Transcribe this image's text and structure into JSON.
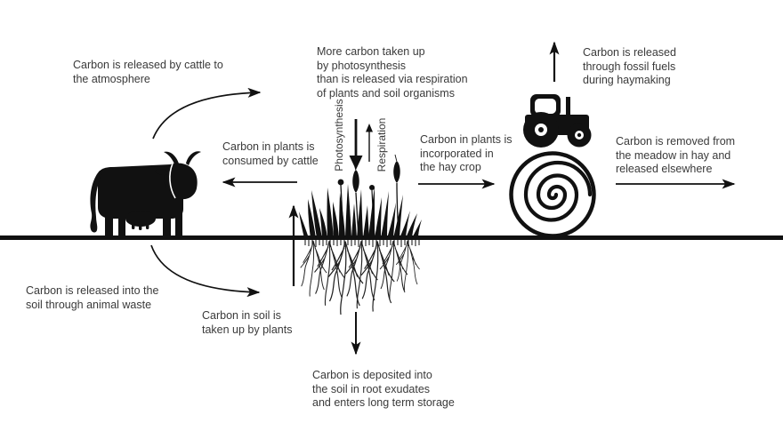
{
  "diagram": {
    "type": "carbon-cycle-illustration",
    "background": "#ffffff",
    "colors": {
      "ink": "#111111",
      "text": "#3a3a3a"
    },
    "icons": {
      "cow": "cow-icon",
      "grass": "grass-icon",
      "roots": "roots-icon",
      "tractor": "tractor-icon",
      "hay_bale": "hay-bale-spiral-icon",
      "ground": "ground-line"
    }
  },
  "labels": {
    "released_by_cattle": "Carbon is released by cattle to\nthe atmosphere",
    "more_carbon_taken_up": "More carbon taken up\nby photosynthesis\nthan is released via respiration\nof plants and soil organisms",
    "fossil_fuels": "Carbon is released\nthrough fossil fuels\nduring haymaking",
    "consumed_by_cattle": "Carbon in plants is\nconsumed by cattle",
    "photosynthesis": "Photosynthesis",
    "respiration": "Respiration",
    "incorporated_in_hay": "Carbon in plants is\nincorporated in\nthe hay crop",
    "removed_from_meadow": "Carbon is removed from\nthe meadow in hay and\nreleased elsewhere",
    "animal_waste": "Carbon is released into the\nsoil through animal waste",
    "soil_taken_up_by_plants": "Carbon in soil is\ntaken up by plants",
    "root_exudates": "Carbon is deposited into\nthe soil in root exudates\nand enters long term storage"
  }
}
